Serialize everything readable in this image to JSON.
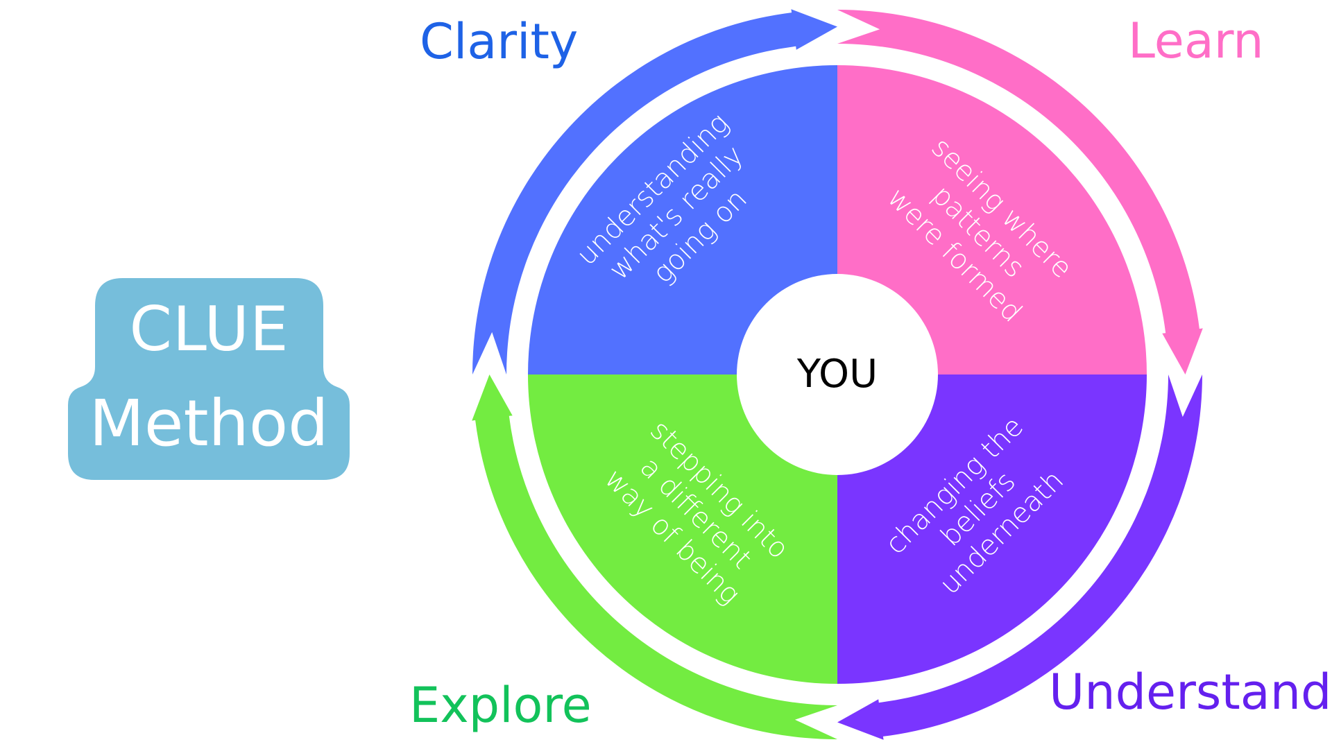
{
  "badge": {
    "line1": "CLUE",
    "line2": "Method",
    "color": "#76BEDB"
  },
  "center": {
    "label": "YOU"
  },
  "stages": [
    {
      "key": "clarity",
      "label": "Clarity",
      "label_color": "#1E62E6",
      "fill_color": "#5271FF",
      "description": [
        "understanding",
        "what's really",
        "going on"
      ]
    },
    {
      "key": "learn",
      "label": "Learn",
      "label_color": "#FF6EC7",
      "fill_color": "#FF6EC7",
      "description": [
        "seeing where",
        "patterns",
        "were formed"
      ]
    },
    {
      "key": "understand",
      "label": "Understand",
      "label_color": "#6420EE",
      "fill_color": "#7A35FF",
      "description": [
        "changing the",
        "beliefs",
        "underneath"
      ]
    },
    {
      "key": "explore",
      "label": "Explore",
      "label_color": "#12C25A",
      "fill_color": "#73EC41",
      "description": [
        "stepping into",
        "a different",
        "way of being"
      ]
    }
  ],
  "flow_direction": "clockwise"
}
